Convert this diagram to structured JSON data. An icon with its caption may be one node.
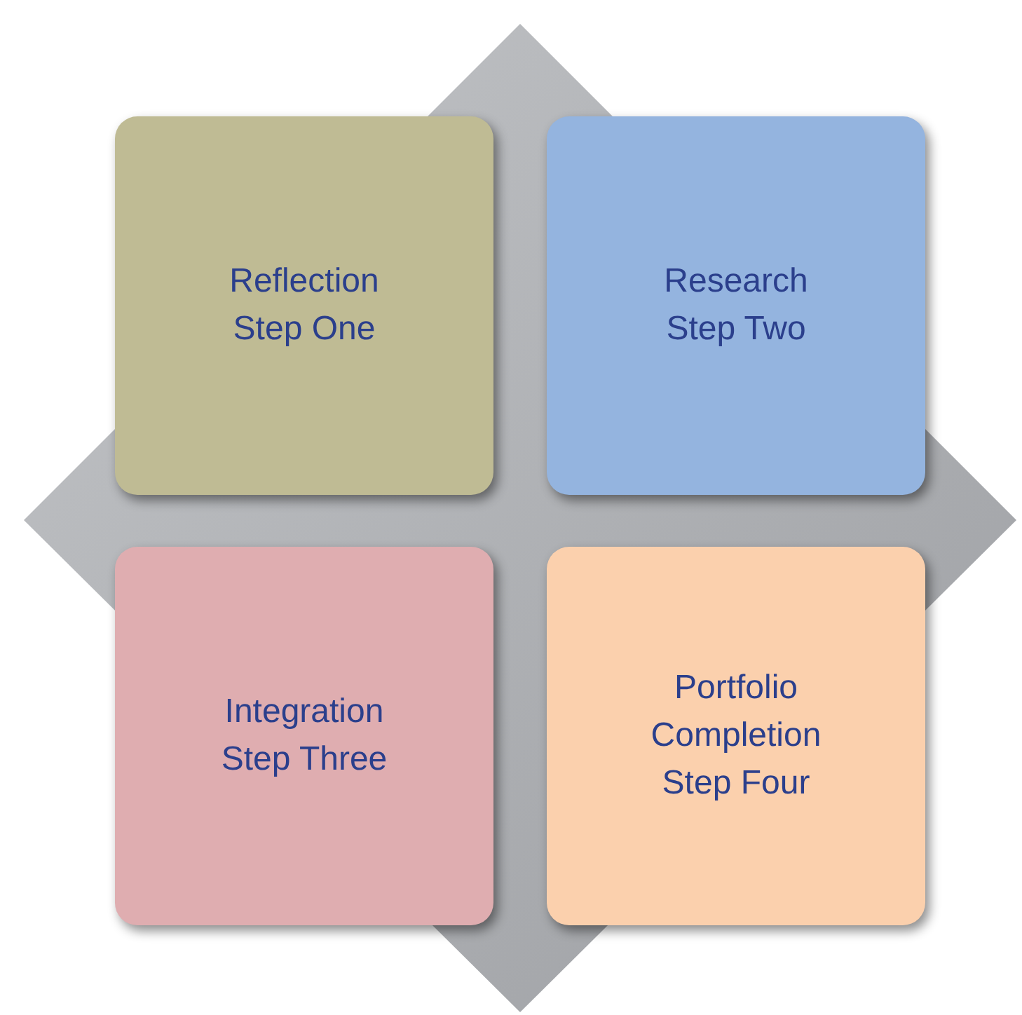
{
  "diagram": {
    "nodes": [
      {
        "text": [
          "Reflection",
          "Step One"
        ]
      },
      {
        "text": [
          "Research",
          "Step Two"
        ]
      },
      {
        "text": [
          "Integration",
          "Step Three"
        ]
      },
      {
        "text": [
          "Portfolio Completion",
          "Step Four"
        ]
      }
    ]
  }
}
